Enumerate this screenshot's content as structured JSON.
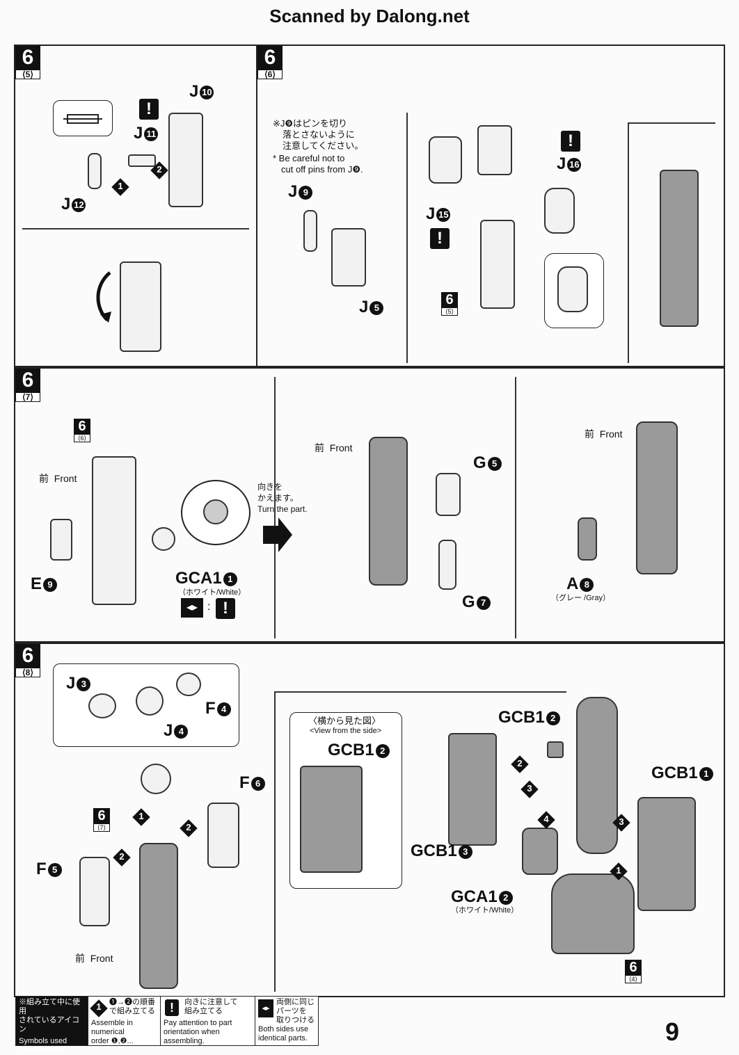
{
  "header": {
    "scan_credit": "Scanned by Dalong.net"
  },
  "page_number": "9",
  "panels": {
    "p5": {
      "step": "6",
      "sub": "⟨5⟩",
      "labels": {
        "j10": "J",
        "j11": "J",
        "j12": "J"
      },
      "nums": {
        "j10": "10",
        "j11": "11",
        "j12": "12"
      },
      "arrows": [
        "1",
        "2"
      ]
    },
    "p6": {
      "step": "6",
      "sub": "⟨6⟩",
      "note_jp_1": "※J❾はピンを切り",
      "note_jp_2": "落とさないように",
      "note_jp_3": "注意してください。",
      "note_en_1": "* Be careful not to",
      "note_en_2": "cut off pins from J❾.",
      "labels": {
        "j9": "J",
        "j5": "J",
        "j15": "J",
        "j16": "J"
      },
      "nums": {
        "j9": "9",
        "j5": "5",
        "j15": "15",
        "j16": "16"
      },
      "ref_step": "6",
      "ref_sub": "⟨5⟩"
    },
    "p7": {
      "step": "6",
      "sub": "⟨7⟩",
      "ref_step": "6",
      "ref_sub": "⟨6⟩",
      "front_jp": "前",
      "front_en": "Front",
      "labels": {
        "e9": "E",
        "gca1": "GCA1",
        "g5": "G",
        "g7": "G",
        "a8": "A"
      },
      "nums": {
        "e9": "9",
        "gca1": "1",
        "g5": "5",
        "g7": "7",
        "a8": "8"
      },
      "gca1_color": "（ホワイト/White）",
      "a8_color": "（グレー /Gray）",
      "turn_jp_1": "向きを",
      "turn_jp_2": "かえます。",
      "turn_en": "Turn the part."
    },
    "p8": {
      "step": "6",
      "sub": "⟨8⟩",
      "ref_step_a": "6",
      "ref_sub_a": "⟨7⟩",
      "ref_step_b": "6",
      "ref_sub_b": "⟨4⟩",
      "front_jp": "前",
      "front_en": "Front",
      "side_view_jp": "〈横から見た図〉",
      "side_view_en": "<View from the side>",
      "labels": {
        "j3": "J",
        "j4": "J",
        "f4": "F",
        "f5": "F",
        "f6": "F",
        "gcb1_2a": "GCB1",
        "gcb1_2b": "GCB1",
        "gcb1_1": "GCB1",
        "gcb1_3": "GCB1",
        "gca1_2": "GCA1"
      },
      "nums": {
        "j3": "3",
        "j4": "4",
        "f4": "4",
        "f5": "5",
        "f6": "6",
        "gcb1_2a": "2",
        "gcb1_2b": "2",
        "gcb1_1": "1",
        "gcb1_3": "3",
        "gca1_2": "2"
      },
      "gca1_2_color": "（ホワイト/White）"
    }
  },
  "legend": {
    "title_jp_1": "※組み立て中に使用",
    "title_jp_2": "されているアイコン",
    "title_en_1": "Symbols used",
    "title_en_2": "in instructions",
    "order_jp_1": "❶→❷の順番",
    "order_jp_2": "で組み立てる",
    "order_en_1": "Assemble in numerical",
    "order_en_2": "order ❶,❷...",
    "attn_jp_1": "向きに注意して",
    "attn_jp_2": "組み立てる",
    "attn_en_1": "Pay attention to part",
    "attn_en_2": "orientation when assembling.",
    "both_jp_1": "両側に同じ",
    "both_jp_2": "パーツを",
    "both_jp_3": "取りつける",
    "both_en_1": "Both sides use",
    "both_en_2": "identical parts."
  },
  "icons": [
    "exclamation-warning-icon",
    "numbered-diamond-icon",
    "symmetric-parts-icon",
    "arrow-right-icon"
  ],
  "colors": {
    "ink": "#111111",
    "part_gray": "#9a9a9a",
    "paper": "#fbfbfb"
  }
}
